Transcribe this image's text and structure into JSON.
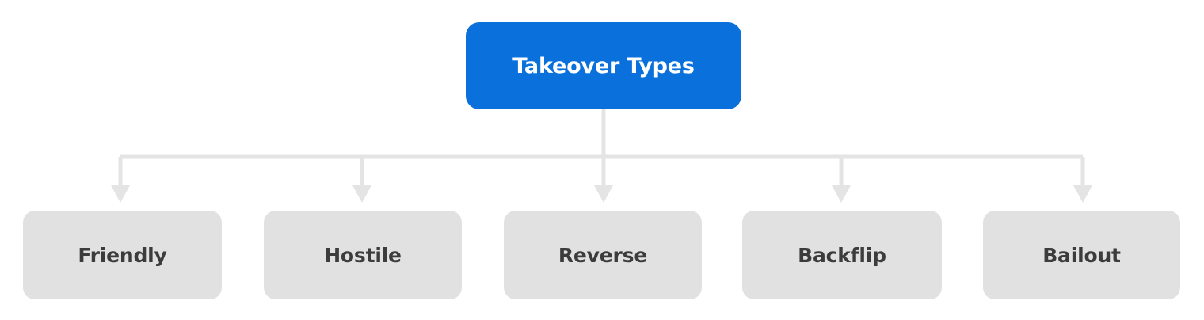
{
  "diagram": {
    "type": "tree",
    "orientation": "top-down",
    "title": "Takeover Types",
    "root": {
      "id": "root",
      "label": "Takeover Types",
      "fill_color": "#0a71dc",
      "text_color": "#ffffff"
    },
    "children": [
      {
        "id": "friendly",
        "label": "Friendly",
        "fill_color": "#e1e1e1",
        "text_color": "#3c3c3c"
      },
      {
        "id": "hostile",
        "label": "Hostile",
        "fill_color": "#e1e1e1",
        "text_color": "#3c3c3c"
      },
      {
        "id": "reverse",
        "label": "Reverse",
        "fill_color": "#e1e1e1",
        "text_color": "#3c3c3c"
      },
      {
        "id": "backflip",
        "label": "Backflip",
        "fill_color": "#e1e1e1",
        "text_color": "#3c3c3c"
      },
      {
        "id": "bailout",
        "label": "Bailout",
        "fill_color": "#e1e1e1",
        "text_color": "#3c3c3c"
      }
    ],
    "connector": {
      "color": "#e4e4e4",
      "stroke_width": 5,
      "arrowhead": "triangle-down",
      "style": "orthogonal-bus"
    },
    "background_color": "#ffffff"
  }
}
